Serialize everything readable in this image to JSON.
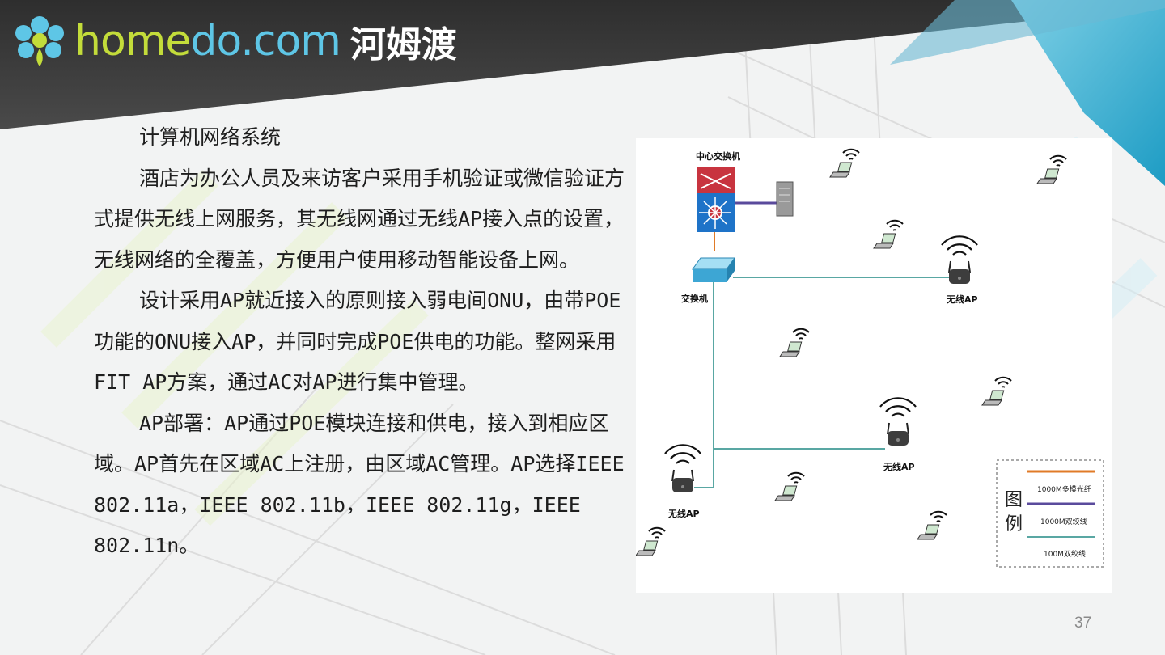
{
  "header": {
    "logo_text_part1": "home",
    "logo_text_part2": "do.com",
    "logo_cn": "河姆渡"
  },
  "content": {
    "heading": "计算机网络系统",
    "paragraphs": [
      "酒店为办公人员及来访客户采用手机验证或微信验证方式提供无线上网服务，其无线网通过无线AP接入点的设置，无线网络的全覆盖，方便用户使用移动智能设备上网。",
      "设计采用AP就近接入的原则接入弱电间ONU，由带POE功能的ONU接入AP，并同时完成POE供电的功能。整网采用FIT AP方案，通过AC对AP进行集中管理。",
      "AP部署：AP通过POE模块连接和供电，接入到相应区域。AP首先在区域AC上注册，由区域AC管理。AP选择IEEE  802.11a，IEEE  802.11b，IEEE  802.11g，IEEE 802.11n。"
    ]
  },
  "diagram": {
    "core_switch_label": "中心交换机",
    "switch_label": "交换机",
    "ap_label": "无线AP",
    "legend_title": "图例",
    "legend_items": [
      {
        "label": "1000M多模光纤",
        "color": "#e07b28"
      },
      {
        "label": "1000M双绞线",
        "color": "#5a4a9c"
      },
      {
        "label": "100M双绞线",
        "color": "#59a7a3"
      }
    ]
  },
  "page_number": "37",
  "colors": {
    "header_dark": "#3a3a3a",
    "accent_cyan": "#2aa6c8",
    "logo_green": "#c3dc3a",
    "logo_blue": "#5ec6e6"
  }
}
